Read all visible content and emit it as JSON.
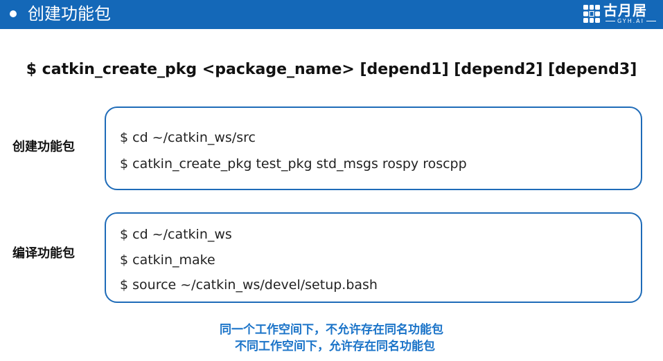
{
  "header": {
    "title": "创建功能包",
    "logo": {
      "brand": "古月居",
      "sub": "GYH.AI"
    }
  },
  "syntax": "$ catkin_create_pkg <package_name> [depend1] [depend2] [depend3]",
  "sections": [
    {
      "label": "创建功能包",
      "commands": [
        "$ cd ~/catkin_ws/src",
        "$ catkin_create_pkg test_pkg std_msgs rospy roscpp"
      ]
    },
    {
      "label": "编译功能包",
      "commands": [
        "$ cd ~/catkin_ws",
        "$ catkin_make",
        "$ source ~/catkin_ws/devel/setup.bash"
      ]
    }
  ],
  "notes": [
    "同一个工作空间下，不允许存在同名功能包",
    "不同工作空间下，允许存在同名功能包"
  ],
  "colors": {
    "header_bg": "#1468b8",
    "box_border": "#1e6bb8",
    "note_text": "#1a73c8"
  }
}
